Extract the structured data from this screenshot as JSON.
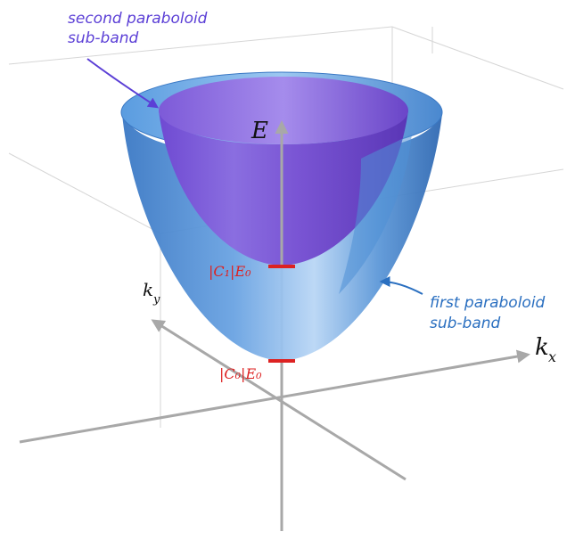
{
  "annotations": {
    "second_band": {
      "line1": "second paraboloid",
      "line2": "sub-band",
      "color": "#5b3fd6"
    },
    "first_band": {
      "line1": "first paraboloid",
      "line2": "sub-band",
      "color": "#2a6fc0"
    }
  },
  "axes": {
    "energy": "E",
    "ky_base": "k",
    "ky_sub": "y",
    "kx_base": "k",
    "kx_sub": "x"
  },
  "markers": {
    "c1": {
      "label": "|C₁|E₀",
      "color": "#dd2222"
    },
    "c0": {
      "label": "|C₀|E₀",
      "color": "#dd2222"
    }
  },
  "colors": {
    "outer_band": "#4f8fd6",
    "inner_band": "#6a3fc0",
    "axis": "#a8a8a8",
    "box_lines": "#d6d6d6"
  }
}
